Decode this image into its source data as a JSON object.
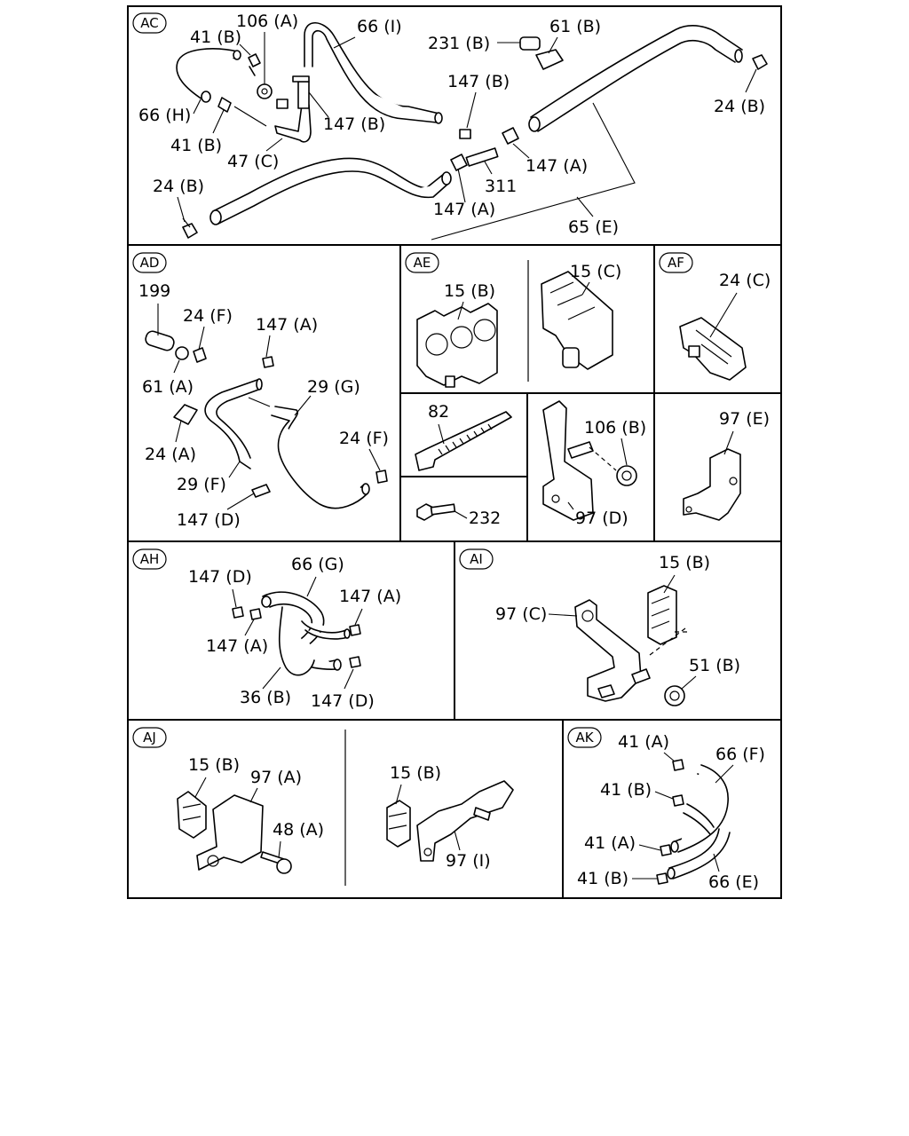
{
  "sections": {
    "AC": {
      "tag": "AC",
      "labels": [
        "106 (A)",
        "66 (I)",
        "41 (B)",
        "231 (B)",
        "61 (B)",
        "147 (B)",
        "24 (B)",
        "66 (H)",
        "147 (B)",
        "41 (B)",
        "47 (C)",
        "147 (A)",
        "24 (B)",
        "311",
        "147 (A)",
        "65 (E)"
      ]
    },
    "AD": {
      "tag": "AD",
      "labels": [
        "199",
        "24 (F)",
        "147 (A)",
        "29 (G)",
        "61 (A)",
        "24 (F)",
        "24 (A)",
        "29 (F)",
        "147 (D)"
      ]
    },
    "AE": {
      "tag": "AE",
      "labels": [
        "15 (B)",
        "15 (C)"
      ]
    },
    "AF": {
      "tag": "AF",
      "labels": [
        "24 (C)"
      ]
    },
    "AE2": {
      "labels": [
        "82",
        "232"
      ]
    },
    "AE3": {
      "labels": [
        "106 (B)",
        "97 (D)"
      ]
    },
    "AF2": {
      "labels": [
        "97 (E)"
      ]
    },
    "AH": {
      "tag": "AH",
      "labels": [
        "147 (D)",
        "66 (G)",
        "147 (A)",
        "147 (A)",
        "36 (B)",
        "147 (D)"
      ]
    },
    "AI": {
      "tag": "AI",
      "labels": [
        "15 (B)",
        "97 (C)",
        "51 (B)"
      ]
    },
    "AJ": {
      "tag": "AJ",
      "labels": [
        "15 (B)",
        "97 (A)",
        "48 (A)",
        "15 (B)",
        "97 (I)"
      ]
    },
    "AK": {
      "tag": "AK",
      "labels": [
        "41 (A)",
        "66 (F)",
        "41 (B)",
        "41 (A)",
        "41 (B)",
        "66 (E)"
      ]
    }
  }
}
